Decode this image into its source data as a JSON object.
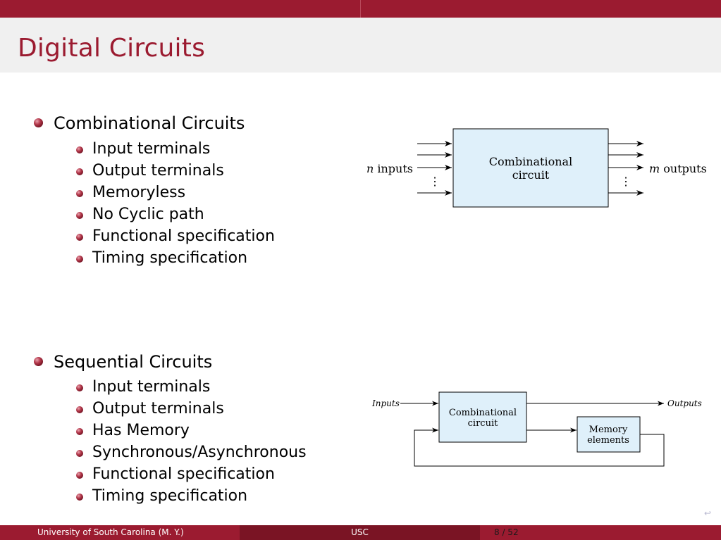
{
  "slide": {
    "title": "Digital Circuits"
  },
  "combinational": {
    "heading": "Combinational Circuits",
    "items": [
      "Input terminals",
      "Output terminals",
      "Memoryless",
      "No Cyclic path",
      "Functional specification",
      "Timing specification"
    ],
    "diagram": {
      "box_label_line1": "Combinational",
      "box_label_line2": "circuit",
      "inputs_var": "n",
      "inputs_word": " inputs",
      "outputs_var": "m",
      "outputs_word": " outputs",
      "ellipsis": "⋮"
    }
  },
  "sequential": {
    "heading": "Sequential Circuits",
    "items": [
      "Input terminals",
      "Output terminals",
      "Has Memory",
      "Synchronous/Asynchronous",
      "Functional specification",
      "Timing specification"
    ],
    "diagram": {
      "inputs_label": "Inputs",
      "outputs_label": "Outputs",
      "comb_line1": "Combinational",
      "comb_line2": "circuit",
      "mem_line1": "Memory",
      "mem_line2": "elements"
    }
  },
  "footer": {
    "left": "University of South Carolina (M. Y.)",
    "center": "USC",
    "page": "8 / 52"
  },
  "colors": {
    "brand": "#9b1b30",
    "box_fill": "#dff0fa"
  }
}
